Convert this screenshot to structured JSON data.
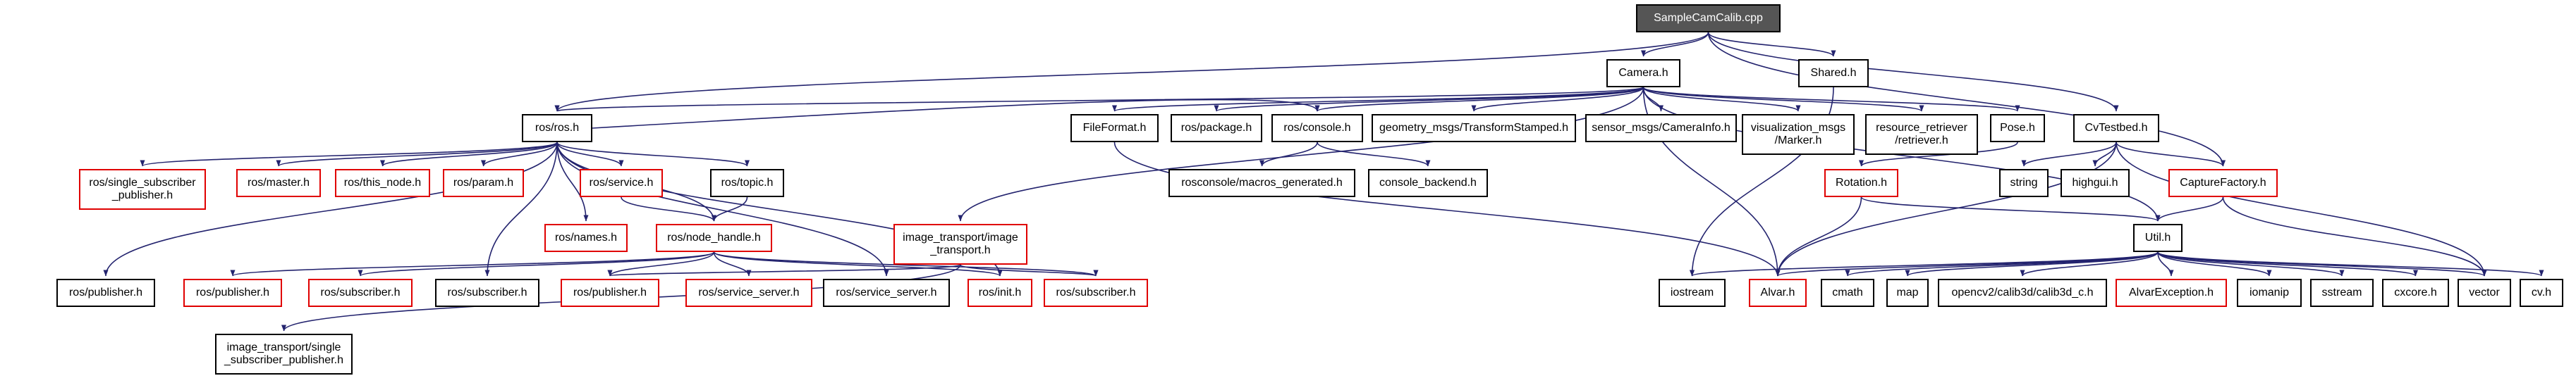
{
  "diagram": {
    "kind": "doxygen-include-dependency-graph",
    "root_file": "SampleCamCalib.cpp",
    "colors": {
      "edge": "#23236e",
      "node_border": "#000000",
      "truncated_border": "#e00000",
      "root_fill": "#555555",
      "root_text": "#ffffff",
      "background": "#ffffff"
    }
  },
  "nodes": [
    {
      "id": "root",
      "label": "SampleCamCalib.cpp",
      "type": "root"
    },
    {
      "id": "camera",
      "label": "Camera.h",
      "type": "normal"
    },
    {
      "id": "shared",
      "label": "Shared.h",
      "type": "normal"
    },
    {
      "id": "rosros",
      "label": "ros/ros.h",
      "type": "normal"
    },
    {
      "id": "fileformat",
      "label": "FileFormat.h",
      "type": "normal"
    },
    {
      "id": "package",
      "label": "ros/package.h",
      "type": "normal"
    },
    {
      "id": "console",
      "label": "ros/console.h",
      "type": "normal"
    },
    {
      "id": "geometry",
      "label": "geometry_msgs/TransformStamped.h",
      "type": "normal"
    },
    {
      "id": "sensor",
      "label": "sensor_msgs/CameraInfo.h",
      "type": "normal"
    },
    {
      "id": "vis",
      "label": "visualization_msgs\n/Marker.h",
      "type": "normal"
    },
    {
      "id": "retriever",
      "label": "resource_retriever\n/retriever.h",
      "type": "normal"
    },
    {
      "id": "pose",
      "label": "Pose.h",
      "type": "normal"
    },
    {
      "id": "cvtestbed",
      "label": "CvTestbed.h",
      "type": "normal"
    },
    {
      "id": "ssp",
      "label": "ros/single_subscriber\n_publisher.h",
      "type": "truncated"
    },
    {
      "id": "master",
      "label": "ros/master.h",
      "type": "truncated"
    },
    {
      "id": "thisnode",
      "label": "ros/this_node.h",
      "type": "truncated"
    },
    {
      "id": "param",
      "label": "ros/param.h",
      "type": "truncated"
    },
    {
      "id": "service",
      "label": "ros/service.h",
      "type": "truncated"
    },
    {
      "id": "topic",
      "label": "ros/topic.h",
      "type": "normal"
    },
    {
      "id": "macros",
      "label": "rosconsole/macros_generated.h",
      "type": "normal"
    },
    {
      "id": "backend",
      "label": "console_backend.h",
      "type": "normal"
    },
    {
      "id": "rotation",
      "label": "Rotation.h",
      "type": "truncated"
    },
    {
      "id": "string",
      "label": "string",
      "type": "normal"
    },
    {
      "id": "highgui",
      "label": "highgui.h",
      "type": "normal"
    },
    {
      "id": "capturefactory",
      "label": "CaptureFactory.h",
      "type": "truncated"
    },
    {
      "id": "names",
      "label": "ros/names.h",
      "type": "truncated"
    },
    {
      "id": "nodehandle",
      "label": "ros/node_handle.h",
      "type": "truncated"
    },
    {
      "id": "imagetransport",
      "label": "image_transport/image\n_transport.h",
      "type": "truncated"
    },
    {
      "id": "util",
      "label": "Util.h",
      "type": "normal"
    },
    {
      "id": "pub1",
      "label": "ros/publisher.h",
      "type": "normal"
    },
    {
      "id": "pub2",
      "label": "ros/publisher.h",
      "type": "truncated"
    },
    {
      "id": "sub1",
      "label": "ros/subscriber.h",
      "type": "truncated"
    },
    {
      "id": "sub2",
      "label": "ros/subscriber.h",
      "type": "normal"
    },
    {
      "id": "pub3",
      "label": "ros/publisher.h",
      "type": "truncated"
    },
    {
      "id": "ss1",
      "label": "ros/service_server.h",
      "type": "truncated"
    },
    {
      "id": "ss2",
      "label": "ros/service_server.h",
      "type": "normal"
    },
    {
      "id": "init",
      "label": "ros/init.h",
      "type": "truncated"
    },
    {
      "id": "sub3",
      "label": "ros/subscriber.h",
      "type": "truncated"
    },
    {
      "id": "iostream",
      "label": "iostream",
      "type": "normal"
    },
    {
      "id": "alvar",
      "label": "Alvar.h",
      "type": "truncated"
    },
    {
      "id": "cmath",
      "label": "cmath",
      "type": "normal"
    },
    {
      "id": "map",
      "label": "map",
      "type": "normal"
    },
    {
      "id": "opencv2",
      "label": "opencv2/calib3d/calib3d_c.h",
      "type": "normal"
    },
    {
      "id": "alvarexception",
      "label": "AlvarException.h",
      "type": "truncated"
    },
    {
      "id": "iomanip",
      "label": "iomanip",
      "type": "normal"
    },
    {
      "id": "sstream",
      "label": "sstream",
      "type": "normal"
    },
    {
      "id": "cxcore",
      "label": "cxcore.h",
      "type": "normal"
    },
    {
      "id": "vector",
      "label": "vector",
      "type": "normal"
    },
    {
      "id": "cv",
      "label": "cv.h",
      "type": "normal"
    },
    {
      "id": "itssp",
      "label": "image_transport/single\n_subscriber_publisher.h",
      "type": "normal"
    }
  ],
  "edges": [
    [
      "root",
      "camera"
    ],
    [
      "root",
      "shared"
    ],
    [
      "root",
      "cvtestbed"
    ],
    [
      "root",
      "capturefactory"
    ],
    [
      "root",
      "rosros"
    ],
    [
      "camera",
      "rosros"
    ],
    [
      "camera",
      "fileformat"
    ],
    [
      "camera",
      "package"
    ],
    [
      "camera",
      "console"
    ],
    [
      "camera",
      "geometry"
    ],
    [
      "camera",
      "sensor"
    ],
    [
      "camera",
      "vis"
    ],
    [
      "camera",
      "retriever"
    ],
    [
      "camera",
      "pose"
    ],
    [
      "camera",
      "imagetransport"
    ],
    [
      "camera",
      "alvar"
    ],
    [
      "camera",
      "util"
    ],
    [
      "shared",
      "iostream"
    ],
    [
      "fileformat",
      "alvar"
    ],
    [
      "console",
      "macros"
    ],
    [
      "console",
      "backend"
    ],
    [
      "rosros",
      "ssp"
    ],
    [
      "rosros",
      "master"
    ],
    [
      "rosros",
      "thisnode"
    ],
    [
      "rosros",
      "param"
    ],
    [
      "rosros",
      "service"
    ],
    [
      "rosros",
      "topic"
    ],
    [
      "rosros",
      "console"
    ],
    [
      "rosros",
      "names"
    ],
    [
      "rosros",
      "nodehandle"
    ],
    [
      "rosros",
      "pub1"
    ],
    [
      "rosros",
      "sub2"
    ],
    [
      "rosros",
      "ss2"
    ],
    [
      "rosros",
      "init"
    ],
    [
      "service",
      "nodehandle"
    ],
    [
      "topic",
      "nodehandle"
    ],
    [
      "nodehandle",
      "pub2"
    ],
    [
      "nodehandle",
      "sub1"
    ],
    [
      "nodehandle",
      "pub3"
    ],
    [
      "nodehandle",
      "ss1"
    ],
    [
      "nodehandle",
      "sub3"
    ],
    [
      "nodehandle",
      "init"
    ],
    [
      "imagetransport",
      "itssp"
    ],
    [
      "imagetransport",
      "sub3"
    ],
    [
      "imagetransport",
      "pub3"
    ],
    [
      "pose",
      "rotation"
    ],
    [
      "rotation",
      "alvar"
    ],
    [
      "rotation",
      "util"
    ],
    [
      "cvtestbed",
      "string"
    ],
    [
      "cvtestbed",
      "highgui"
    ],
    [
      "cvtestbed",
      "capturefactory"
    ],
    [
      "cvtestbed",
      "alvar"
    ],
    [
      "cvtestbed",
      "vector"
    ],
    [
      "capturefactory",
      "util"
    ],
    [
      "capturefactory",
      "vector"
    ],
    [
      "util",
      "iostream"
    ],
    [
      "util",
      "alvar"
    ],
    [
      "util",
      "cmath"
    ],
    [
      "util",
      "map"
    ],
    [
      "util",
      "opencv2"
    ],
    [
      "util",
      "alvarexception"
    ],
    [
      "util",
      "iomanip"
    ],
    [
      "util",
      "sstream"
    ],
    [
      "util",
      "cxcore"
    ],
    [
      "util",
      "vector"
    ],
    [
      "util",
      "cv"
    ]
  ]
}
